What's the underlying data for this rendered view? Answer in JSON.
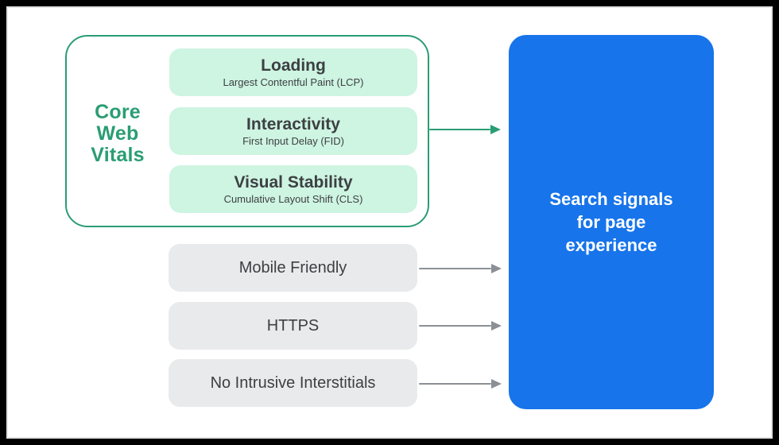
{
  "colors": {
    "green": "#2a9d74",
    "green_fill": "#cef4e2",
    "blue": "#1774ea",
    "gray_fill": "#e9eaec",
    "arrow_gray": "#8a9096",
    "text_dark": "#3c4043",
    "card_border": "#e2e2e2",
    "frame": "#000000",
    "card_background": "#ffffff"
  },
  "core_web_vitals": {
    "label_lines": [
      "Core",
      "Web",
      "Vitals"
    ],
    "metrics": [
      {
        "title": "Loading",
        "subtitle": "Largest Contentful Paint (LCP)"
      },
      {
        "title": "Interactivity",
        "subtitle": "First Input Delay (FID)"
      },
      {
        "title": "Visual Stability",
        "subtitle": "Cumulative Layout Shift (CLS)"
      }
    ]
  },
  "other_signals": [
    {
      "label": "Mobile Friendly"
    },
    {
      "label": "HTTPS"
    },
    {
      "label": "No Intrusive Interstitials"
    }
  ],
  "result_box": {
    "label_lines": [
      "Search signals",
      "for page",
      "experience"
    ]
  }
}
